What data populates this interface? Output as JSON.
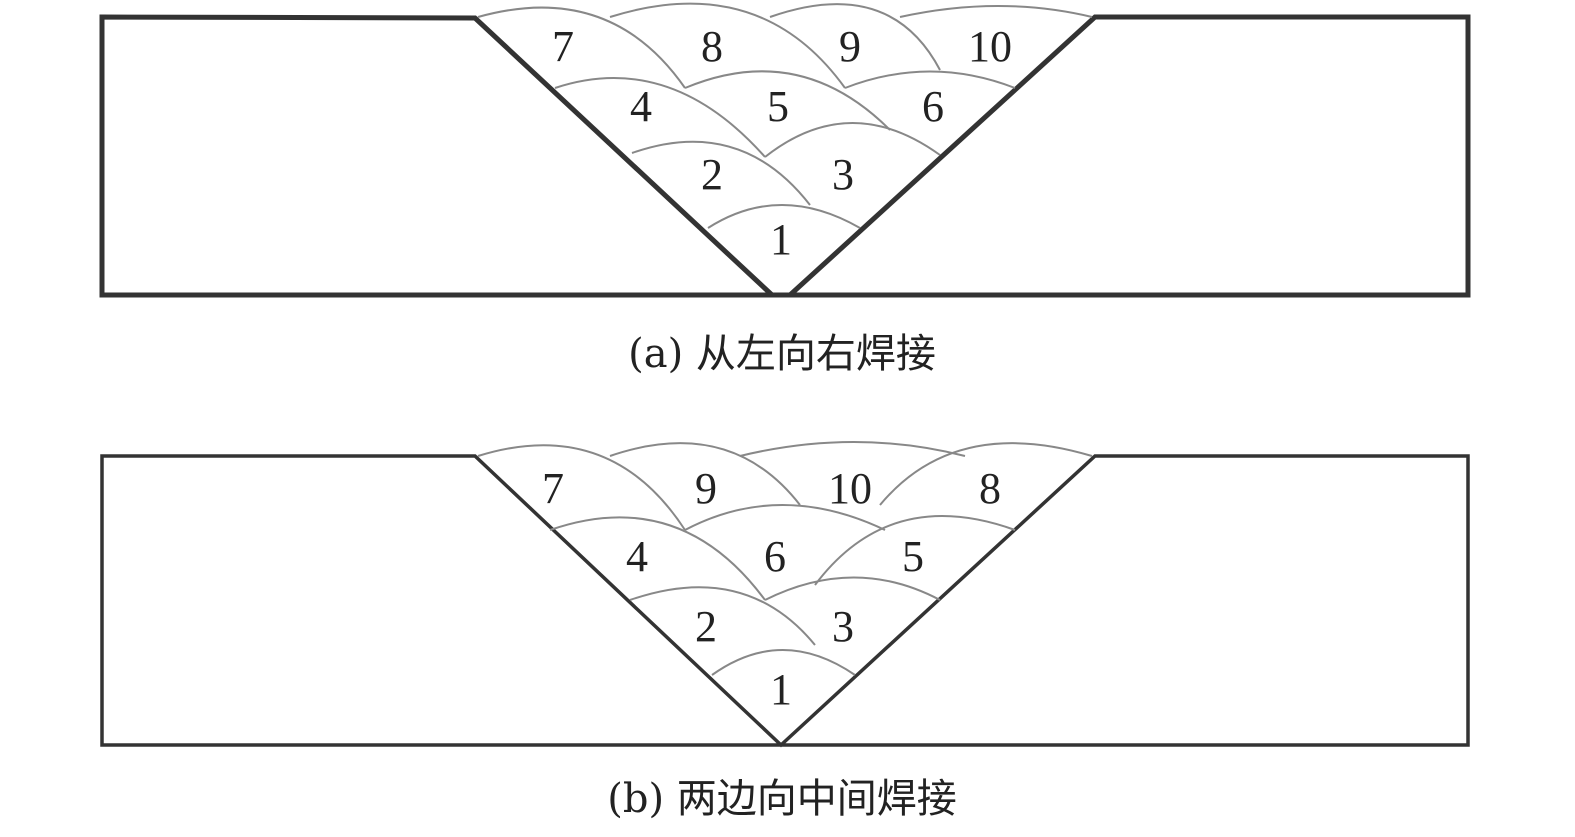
{
  "diagram_a": {
    "caption": "(a) 从左向右焊接",
    "pass_labels": [
      "1",
      "2",
      "3",
      "4",
      "5",
      "6",
      "7",
      "8",
      "9",
      "10"
    ]
  },
  "diagram_b": {
    "caption": "(b) 两边向中间焊接",
    "pass_labels": [
      "1",
      "2",
      "3",
      "4",
      "5",
      "6",
      "7",
      "8",
      "9",
      "10"
    ]
  }
}
